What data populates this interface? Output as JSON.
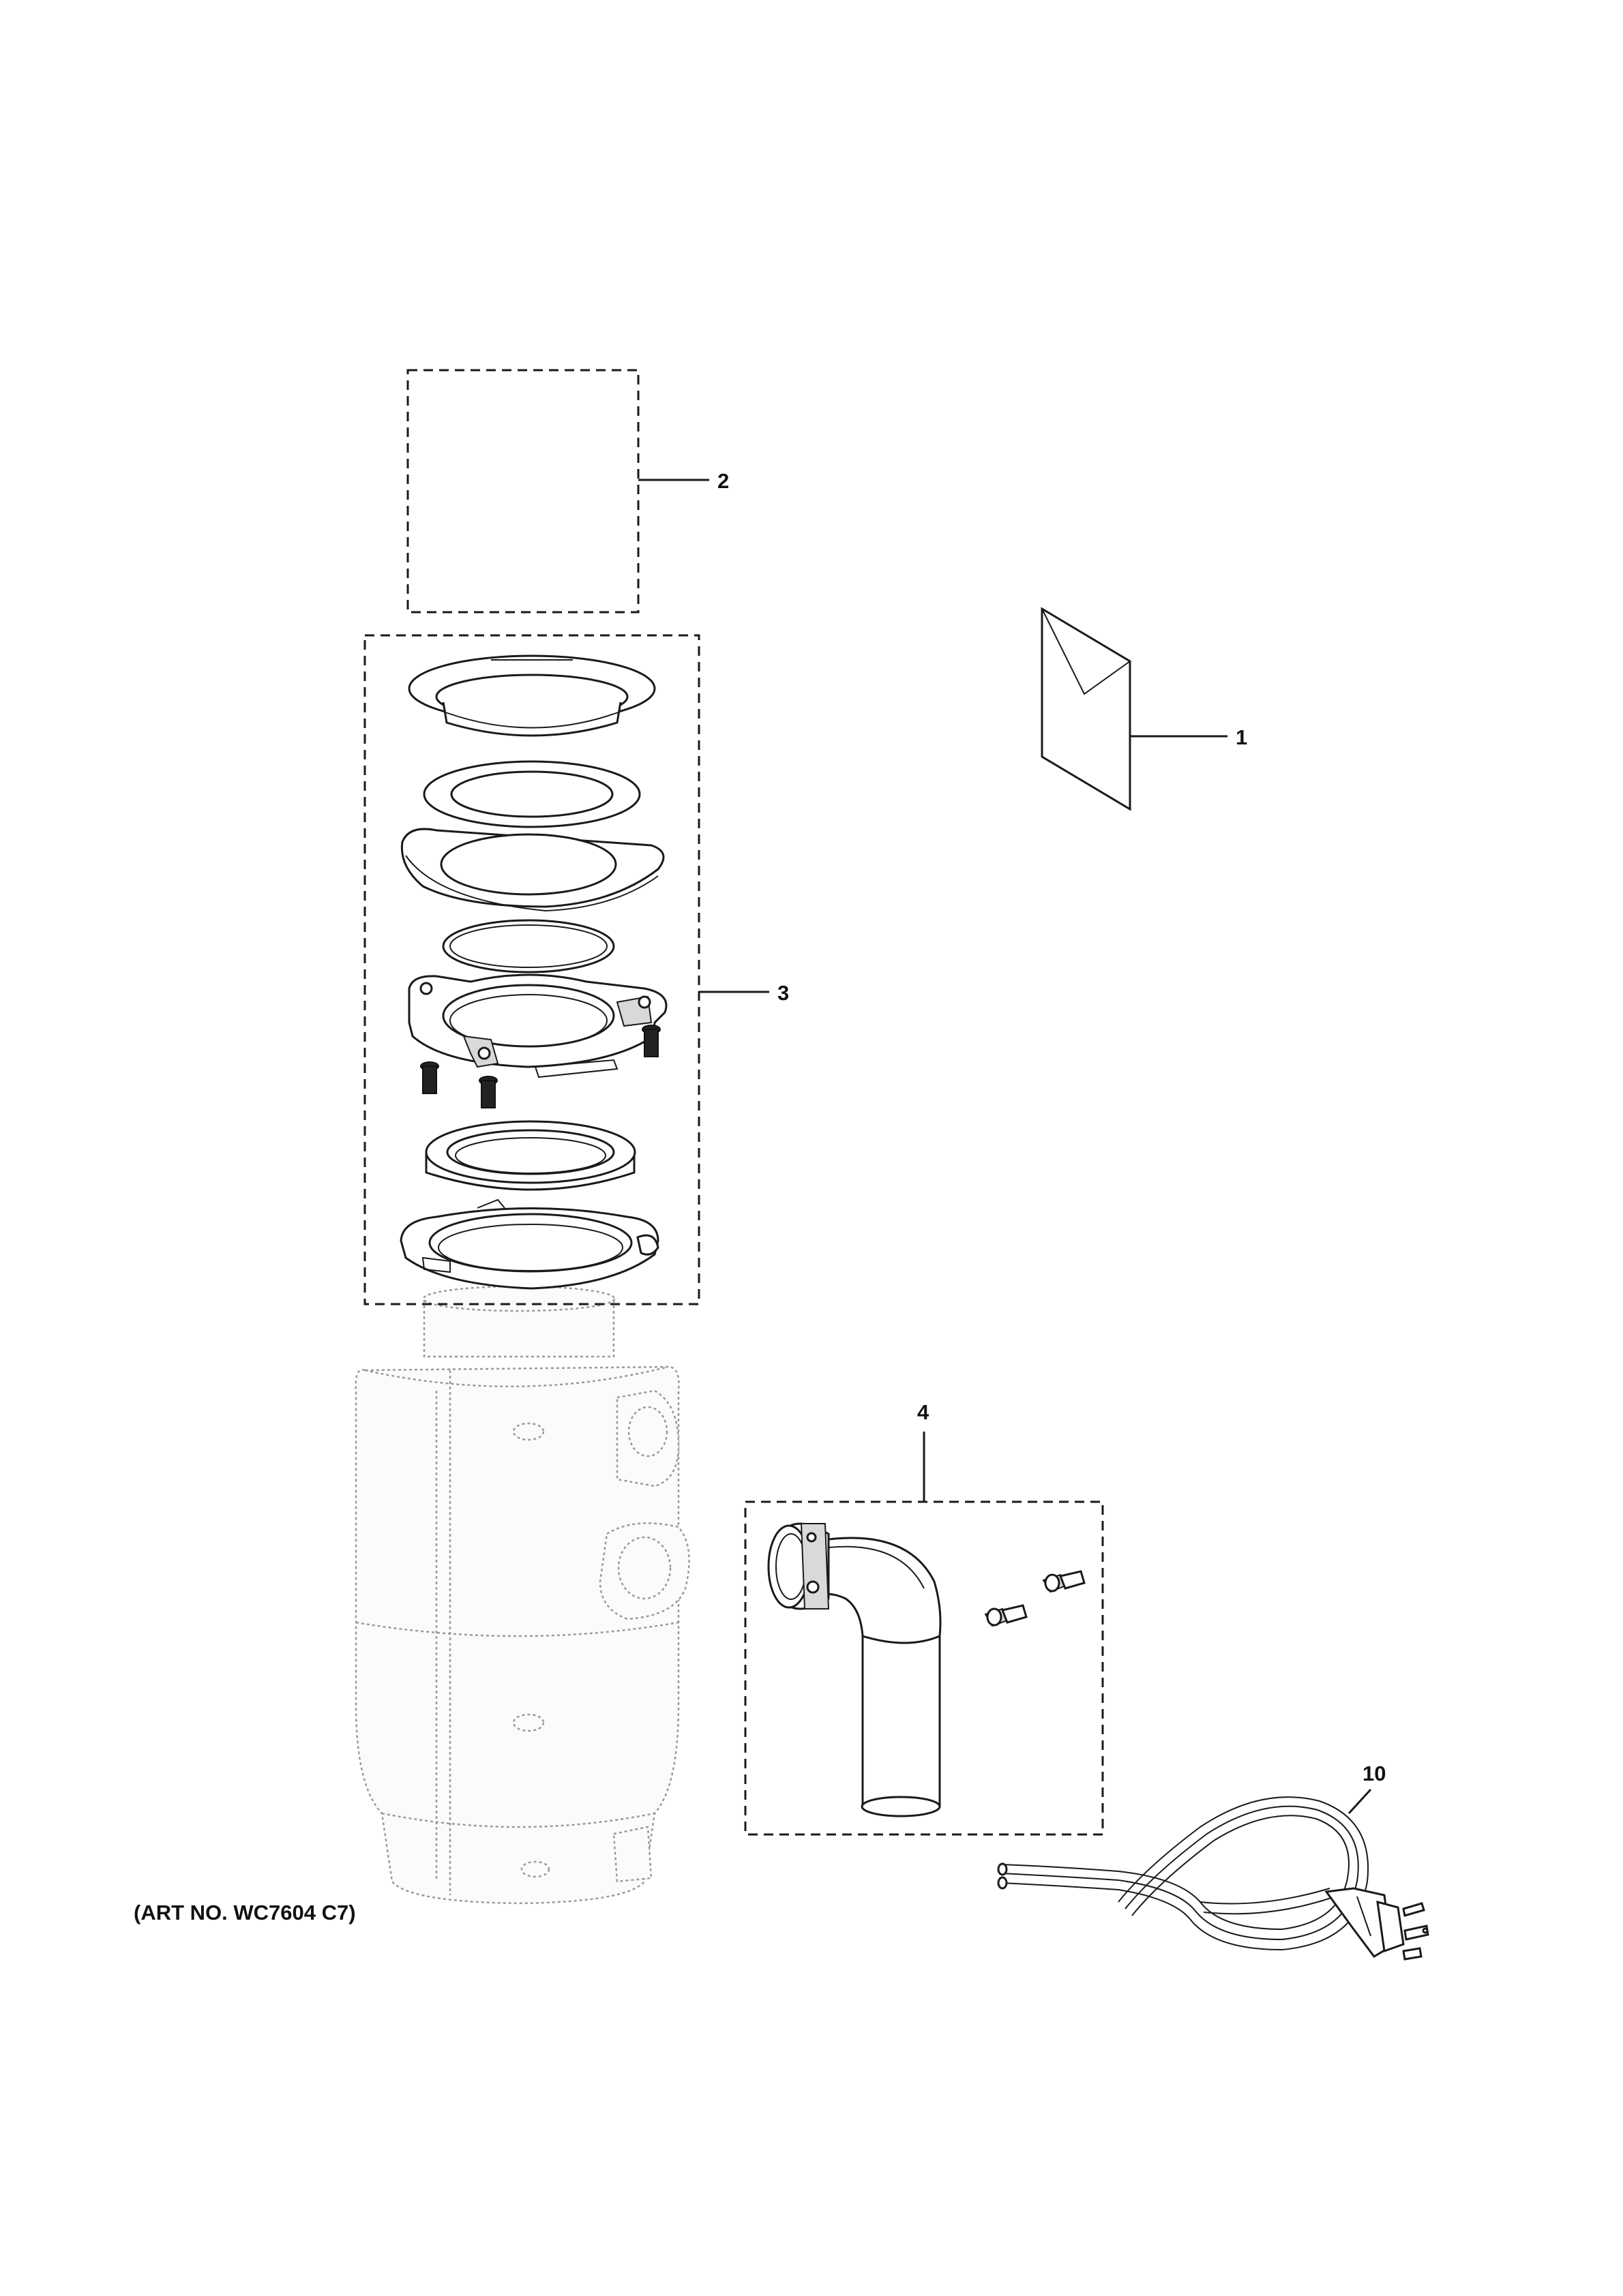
{
  "callouts": {
    "item_1": "1",
    "item_2": "2",
    "item_3": "3",
    "item_4": "4",
    "item_10": "10"
  },
  "art_number": "(ART NO. WC7604 C7)",
  "colors": {
    "line": "#1a1a1a",
    "ghost_outline": "#9a9a9a",
    "background": "#ffffff"
  }
}
